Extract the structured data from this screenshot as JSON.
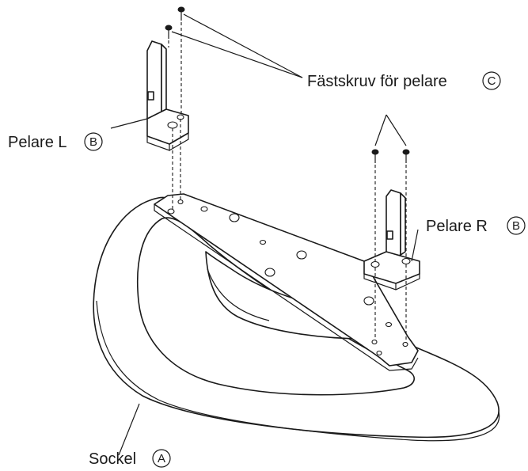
{
  "labels": {
    "screw": {
      "text": "Fästskruv för pelare",
      "mark": "C"
    },
    "pillar_left": {
      "text": "Pelare L",
      "mark": "B"
    },
    "pillar_right": {
      "text": "Pelare R",
      "mark": "B"
    },
    "base": {
      "text": "Sockel",
      "mark": "A"
    }
  },
  "icons": {
    "screw": "screw-icon"
  },
  "colors": {
    "ink": "#1a1a1a",
    "paper": "#ffffff"
  }
}
